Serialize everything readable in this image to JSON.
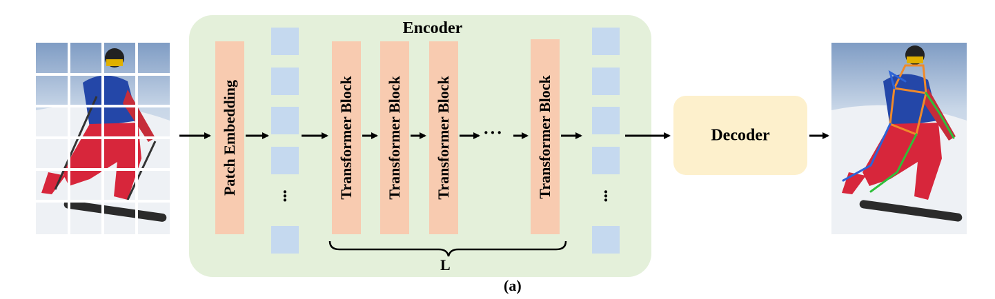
{
  "encoder": {
    "title": "Encoder",
    "patch_embedding_label": "Patch Embedding",
    "transformer_block_label": "Transformer Block",
    "block_count_label": "L",
    "ellipsis": "···"
  },
  "decoder": {
    "label": "Decoder"
  },
  "caption": "(a)",
  "colors": {
    "encoder_bg": "#e4f0da",
    "block_fill": "#f8cbb0",
    "token_fill": "#c5d9ef",
    "decoder_fill": "#fdf0cc",
    "pose_left": "#2d63d6",
    "pose_right": "#2fbf3a",
    "pose_torso": "#f08a2a"
  }
}
